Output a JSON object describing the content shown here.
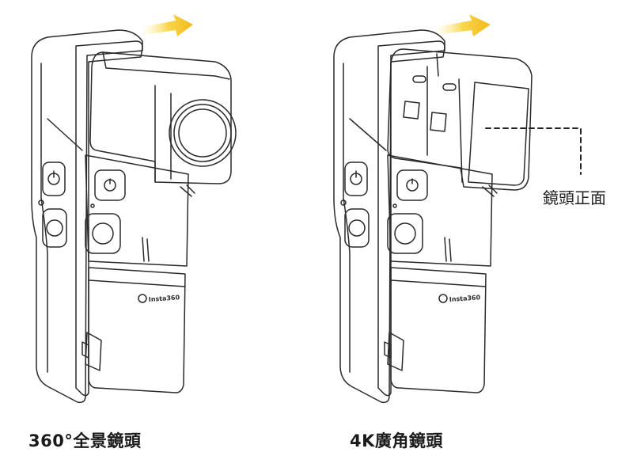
{
  "labels": {
    "panorama": "360°全景鏡頭",
    "wide": "4K廣角鏡頭",
    "lens_front": "鏡頭正面"
  },
  "brand_text": "Insta360",
  "icons": [
    "power-icon",
    "shutter-icon",
    "brand-logo-icon",
    "arrow-right-icon"
  ],
  "colors": {
    "line": "#2a2a2a",
    "arrow": "#f3c21b",
    "background": "#ffffff"
  }
}
